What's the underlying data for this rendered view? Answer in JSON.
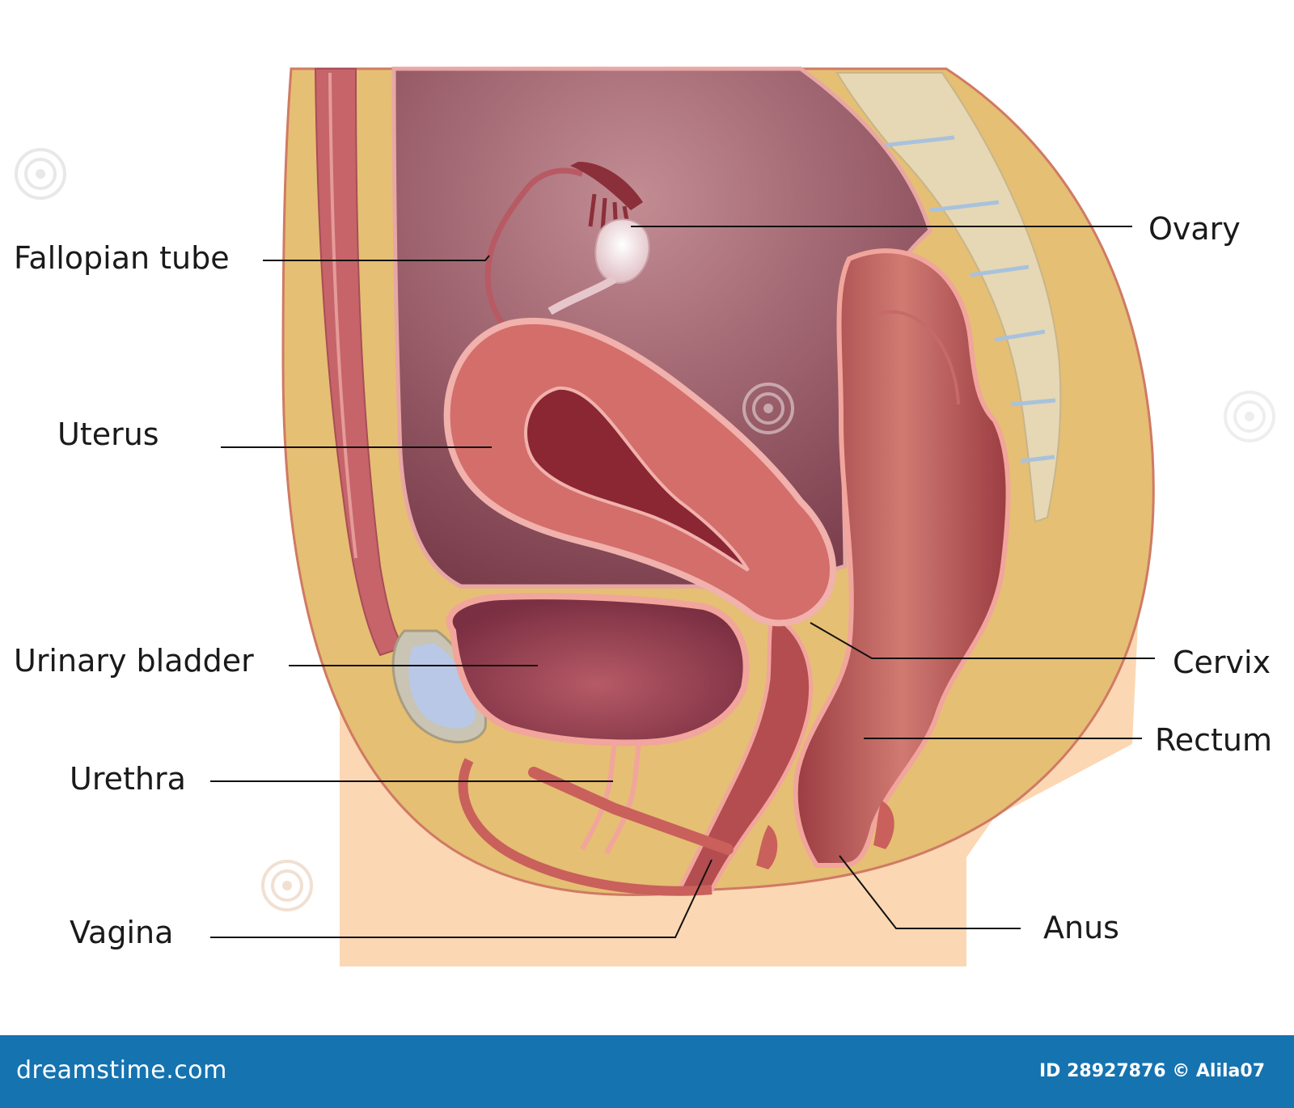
{
  "labels": {
    "fallopian_tube": "Fallopian tube",
    "uterus": "Uterus",
    "urinary_bladder": "Urinary bladder",
    "urethra": "Urethra",
    "vagina": "Vagina",
    "ovary": "Ovary",
    "cervix": "Cervix",
    "rectum": "Rectum",
    "anus": "Anus"
  },
  "footer": {
    "brand": "dreamstime.com",
    "credit": "ID 28927876 © Alila07"
  },
  "colors": {
    "fat": "#e5bf73",
    "skin": "#fbd7b3",
    "cavity": "#8c4b5a",
    "organ": "#d46e6a",
    "rectum": "#b44d4f",
    "bladder_fill": "#8e3c4f",
    "bone": "#e6d8b4",
    "footer_bg": "#1573b0"
  }
}
